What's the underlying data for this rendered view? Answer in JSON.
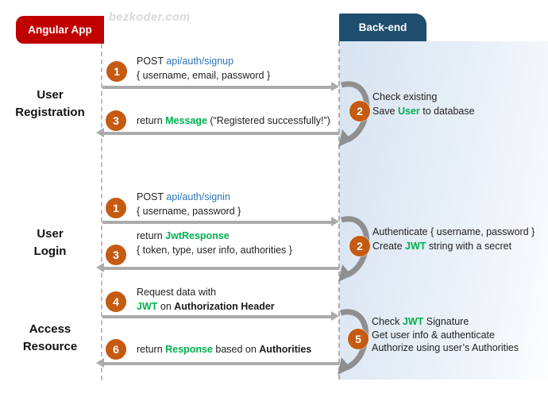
{
  "watermark": "bezkoder.com",
  "actors": {
    "left": "Angular App",
    "right": "Back-end"
  },
  "colors": {
    "angular_box": "#C00000",
    "backend_box": "#1F4E6E",
    "step_circle": "#C55A11",
    "endpoint_link": "#2E75B6",
    "keyword_green": "#00B050",
    "arrow_gray": "#ABABAB"
  },
  "sections": [
    {
      "label_line1": "User",
      "label_line2": "Registration",
      "request": {
        "num": "1",
        "method": "POST ",
        "endpoint": "api/auth/signup",
        "payload": "{ username, email, password }"
      },
      "backend": {
        "num": "2",
        "line1": "Check existing",
        "line2_pre": "Save ",
        "line2_kw": "User",
        "line2_post": " to database"
      },
      "response": {
        "num": "3",
        "pre": "return ",
        "kw": "Message",
        "post": " (“Registered successfully!”)"
      }
    },
    {
      "label_line1": "User",
      "label_line2": "Login",
      "request": {
        "num": "1",
        "method": "POST ",
        "endpoint": "api/auth/signin",
        "payload": "{ username, password }"
      },
      "backend": {
        "num": "2",
        "line1": "Authenticate { username, password }",
        "line2_pre": "Create ",
        "line2_kw": "JWT",
        "line2_post": " string with a secret"
      },
      "response": {
        "num": "3",
        "pre": "return ",
        "kw": "JwtResponse",
        "payload": "{ token, type, user info, authorities }"
      }
    },
    {
      "label_line1": "Access",
      "label_line2": "Resource",
      "request": {
        "num": "4",
        "line1": "Request data with",
        "line2_kw": "JWT",
        "line2_mid": " on ",
        "line2_bold": "Authorization Header"
      },
      "backend": {
        "num": "5",
        "line1_pre": "Check ",
        "line1_kw": "JWT",
        "line1_post": " Signature",
        "line2": "Get user info & authenticate",
        "line3": "Authorize using user’s Authorities"
      },
      "response": {
        "num": "6",
        "pre": "return ",
        "kw": "Response",
        "mid": " based on ",
        "bold": "Authorities"
      }
    }
  ]
}
